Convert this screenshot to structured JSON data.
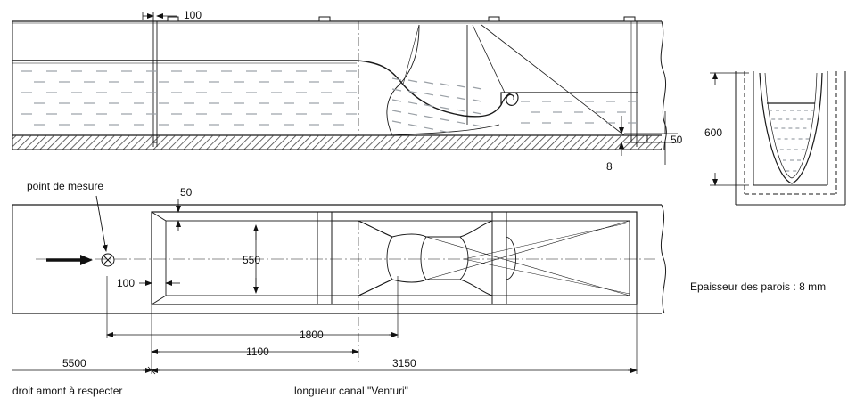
{
  "dimensions": {
    "top_width_100": "100",
    "outlet_step_50": "50",
    "outlet_gap_8": "8",
    "channel_height_600": "600",
    "wall_offset_50": "50",
    "throat_width_550": "550",
    "offset_100": "100",
    "length_1800": "1800",
    "length_1100": "1100",
    "length_5500": "5500",
    "length_3150": "3150"
  },
  "labels": {
    "measurement_point": "point de mesure",
    "wall_thickness": "Epaisseur des parois : 8 mm",
    "upstream_straight": "droit amont à respecter",
    "venturi_length": "longueur canal \"Venturi\""
  },
  "colors": {
    "line": "#1a1a1a",
    "water": "#9aa0a6",
    "hatch": "#444444"
  },
  "icons": {
    "flow_arrow": "flow-direction-arrow-icon",
    "measure_point": "measurement-point-cross-icon"
  }
}
